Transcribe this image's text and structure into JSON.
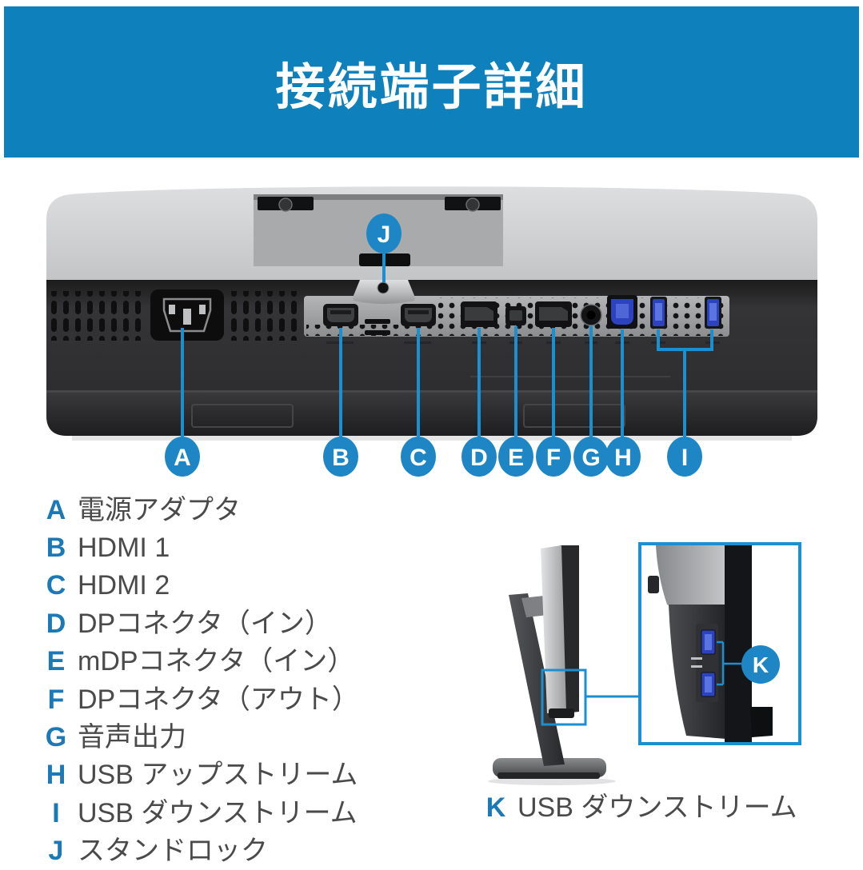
{
  "title_banner": {
    "label": "接続端子詳細"
  },
  "colors": {
    "banner_blue": "#0E80BC",
    "callout_circle_blue": "#1E86C4",
    "leader_line_blue": "#1B8FD0",
    "legend_letter_blue": "#1C79B8",
    "legend_text_gray": "#4A4A4B",
    "usb_port_blue": "#2C42BE"
  },
  "diagram": {
    "callout_letters": [
      "A",
      "B",
      "C",
      "D",
      "E",
      "F",
      "G",
      "H",
      "I"
    ],
    "stand_lock_letter": "J",
    "side_callout_letter": "K"
  },
  "legend": {
    "items": [
      {
        "key": "A",
        "label": "電源アダプタ"
      },
      {
        "key": "B",
        "label": "HDMI 1"
      },
      {
        "key": "C",
        "label": "HDMI 2"
      },
      {
        "key": "D",
        "label": "DPコネクタ（イン）"
      },
      {
        "key": "E",
        "label": "mDPコネクタ（イン）"
      },
      {
        "key": "F",
        "label": "DPコネクタ（アウト）"
      },
      {
        "key": "G",
        "label": "音声出力"
      },
      {
        "key": "H",
        "label": "USB アップストリーム"
      },
      {
        "key": "I",
        "label": "USB ダウンストリーム"
      },
      {
        "key": "J",
        "label": "スタンドロック"
      }
    ]
  },
  "side_legend": {
    "key": "K",
    "label": "USB ダウンストリーム"
  }
}
